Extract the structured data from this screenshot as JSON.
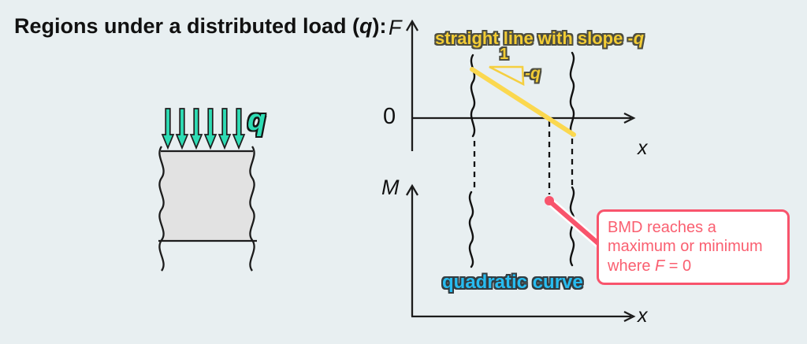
{
  "background_color": "#e8eff1",
  "title": {
    "prefix": "Regions under a distributed load (",
    "variable": "q",
    "suffix": "):"
  },
  "beam_figure": {
    "load_label": "q",
    "load_arrow_count": 6
  },
  "shear_diagram": {
    "y_axis_label": "F",
    "origin_label": "0",
    "x_axis_label": "x",
    "annotation_prefix": "straight line with slope -",
    "annotation_variable": "q",
    "slope_triangle": {
      "run_label": "1",
      "drop_label": "-q"
    }
  },
  "moment_diagram": {
    "y_axis_label": "M",
    "x_axis_label": "x",
    "annotation": "quadratic curve"
  },
  "callout": {
    "line1": "BMD reaches a",
    "line2": "maximum or minimum",
    "line3_prefix": "where ",
    "line3_variable": "F",
    "line3_suffix": " = 0"
  },
  "colors": {
    "load_teal": "#2edcb4",
    "shear_yellow": "#f5cf40",
    "moment_cyan": "#27bcf0",
    "callout_pink": "#f8546c",
    "ink": "#1c1c1c",
    "beam_fill": "#e2e2e2"
  }
}
